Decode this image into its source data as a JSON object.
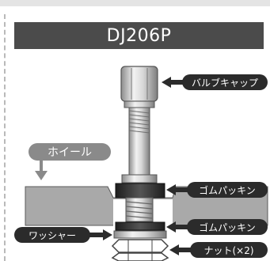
{
  "title": "DJ206P",
  "labels": {
    "valve_cap": "バルブキャップ",
    "wheel": "ホイール",
    "rubber_packing_top": "ゴムパッキン",
    "rubber_packing_bottom": "ゴムパッキン",
    "washer": "ワッシャー",
    "nut": "ナット(×2)"
  },
  "colors": {
    "label_bg": "#2b2b2b",
    "wheel_label_bg": "#8a8a8a",
    "title_bg": "#4b4b4b",
    "wheel_body": "#a6a6a6"
  }
}
